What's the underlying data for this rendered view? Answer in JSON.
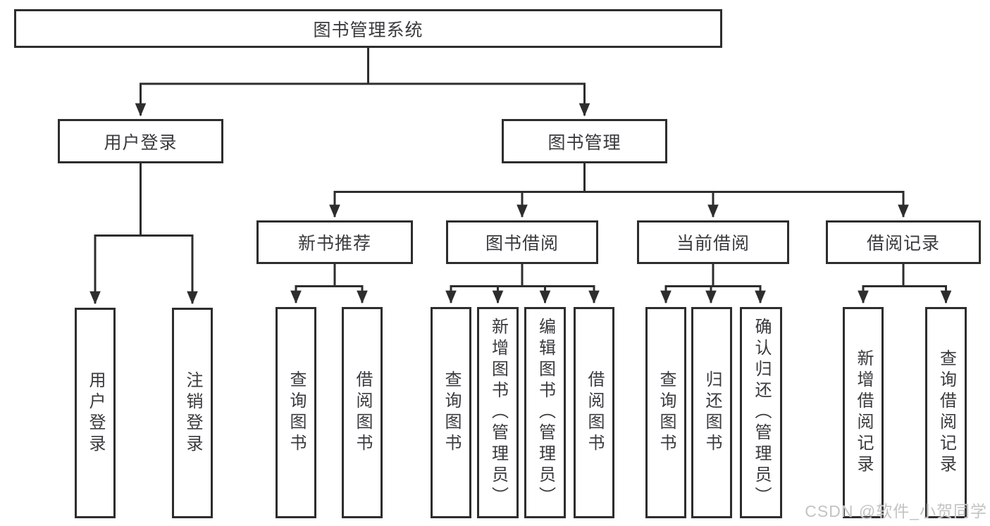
{
  "diagram": {
    "type": "hierarchy-tree",
    "colors": {
      "line": "#2d2d2d",
      "box_border": "#2d2d2d",
      "text": "#3a3a3e",
      "background": "#ffffff",
      "watermark": "#c3c3c3"
    },
    "tree": {
      "label": "图书管理系统",
      "children": [
        {
          "label": "用户登录",
          "children": [
            {
              "label": "用户登录"
            },
            {
              "label": "注销登录"
            }
          ]
        },
        {
          "label": "图书管理",
          "children": [
            {
              "label": "新书推荐",
              "children": [
                {
                  "label": "查询图书"
                },
                {
                  "label": "借阅图书"
                }
              ]
            },
            {
              "label": "图书借阅",
              "children": [
                {
                  "label": "查询图书"
                },
                {
                  "label": "新增图书（管理员）"
                },
                {
                  "label": "编辑图书（管理员）"
                },
                {
                  "label": "借阅图书"
                }
              ]
            },
            {
              "label": "当前借阅",
              "children": [
                {
                  "label": "查询图书"
                },
                {
                  "label": "归还图书"
                },
                {
                  "label": "确认归还（管理员）"
                }
              ]
            },
            {
              "label": "借阅记录",
              "children": [
                {
                  "label": "新增借阅记录"
                },
                {
                  "label": "查询借阅记录"
                }
              ]
            }
          ]
        }
      ]
    },
    "watermark": {
      "text": "CSDN @软件_小贺同学"
    }
  }
}
